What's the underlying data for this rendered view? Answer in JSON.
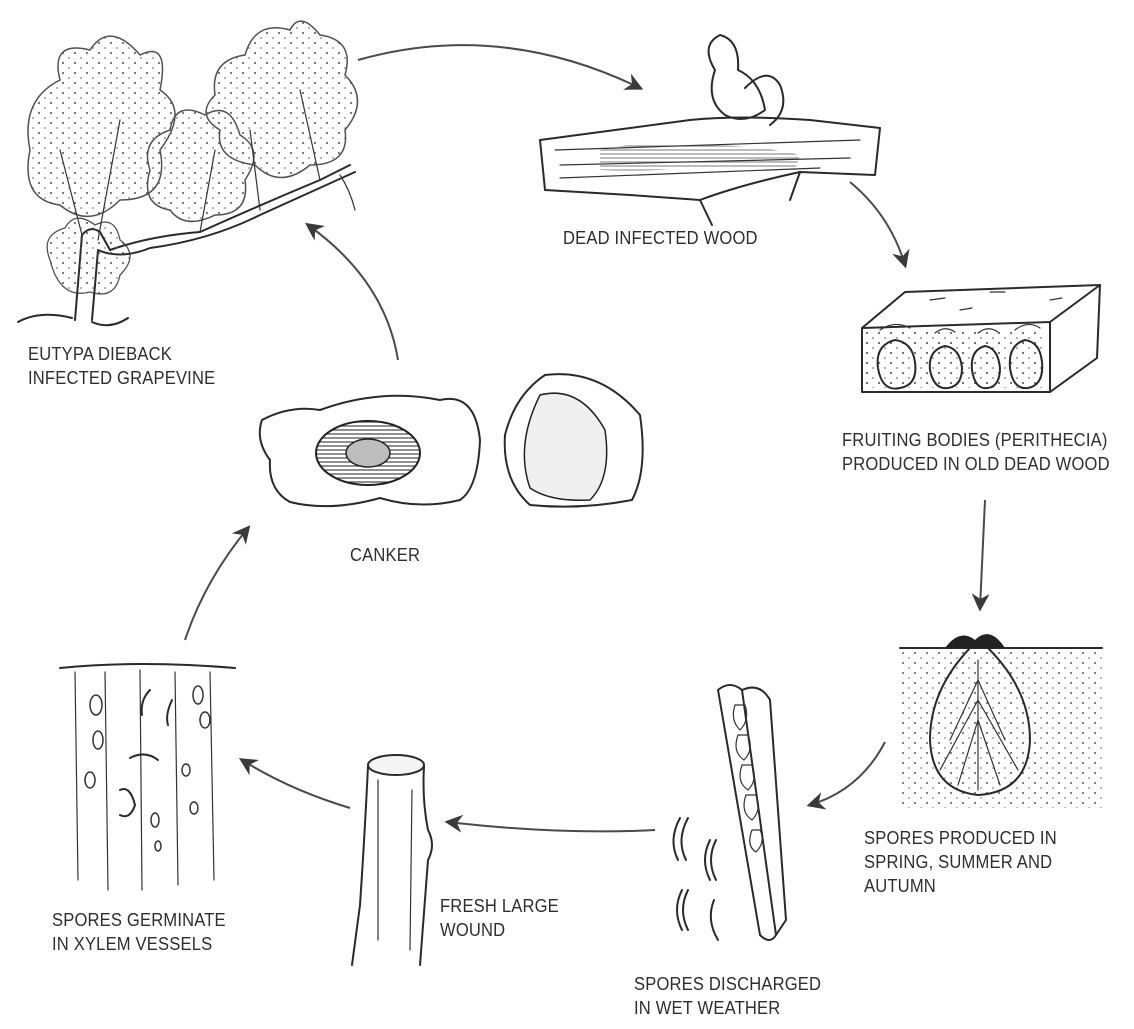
{
  "stages": {
    "grapevine": [
      "EUTYPA DIEBACK",
      "INFECTED GRAPEVINE"
    ],
    "dead_wood": [
      "DEAD INFECTED WOOD"
    ],
    "fruiting": [
      "FRUITING BODIES (PERITHECIA)",
      "PRODUCED IN OLD DEAD WOOD"
    ],
    "spores_produced": [
      "SPORES PRODUCED IN",
      "SPRING, SUMMER AND",
      "AUTUMN"
    ],
    "spores_discharged": [
      "SPORES DISCHARGED",
      "IN WET WEATHER"
    ],
    "wound": [
      "FRESH LARGE",
      "WOUND"
    ],
    "germinate": [
      "SPORES GERMINATE",
      "IN XYLEM VESSELS"
    ],
    "canker": [
      "CANKER"
    ]
  },
  "colors": {
    "ink": "#2a2a2a",
    "arrow": "#4a4a4a",
    "background": "#ffffff"
  }
}
